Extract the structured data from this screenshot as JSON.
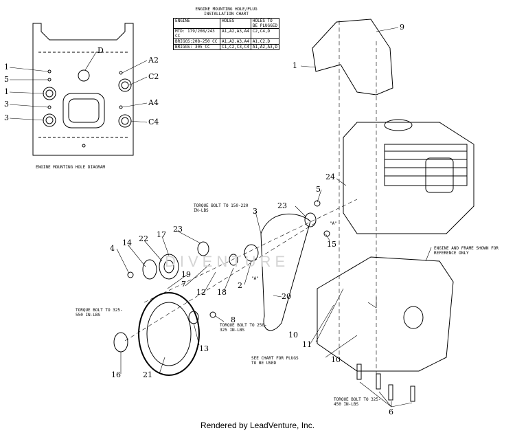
{
  "chart": {
    "title_line1": "ENGINE MOUNTING HOLE/PLUG",
    "title_line2": "INSTALLATION CHART",
    "headers": [
      "ENGINE",
      "HOLES",
      "HOLES TO BE PLUGGED"
    ],
    "rows": [
      [
        "MTD: 179/208/243 CC",
        "A1,A2,A3,A4",
        "C2,C4,D"
      ],
      [
        "BRIGGS:208-250 CC",
        "A1,A2,A3,A4",
        "A1,C2,D"
      ],
      [
        "BRIGGS: 305 CC",
        "C1,C2,C3,C4",
        "A1,A2,A3,D"
      ]
    ]
  },
  "hole_diagram": {
    "caption": "ENGINE MOUNTING HOLE DIAGRAM",
    "labels": [
      "1",
      "5",
      "1",
      "3",
      "3",
      "D",
      "A2",
      "C2",
      "A4",
      "C4"
    ]
  },
  "notes": {
    "torque_3": "TORQUE BOLT TO 150-220 IN-LBS",
    "torque_16": "TORQUE BOLT TO 325-550 IN-LBS",
    "torque_8": "TORQUE BOLT TO 250-325 IN-LBS",
    "torque_6": "TORQUE BOLT TO 325-450 IN-LBS",
    "engine_frame": "ENGINE AND FRAME SHOWN FOR REFERENCE ONLY",
    "see_chart": "SEE CHART FOR PLUGS TO BE USED",
    "a_marker_1": "\"A\"",
    "a_marker_2": "\"A\""
  },
  "callouts": [
    "1",
    "2",
    "3",
    "4",
    "5",
    "6",
    "7",
    "8",
    "9",
    "10",
    "10",
    "11",
    "12",
    "13",
    "14",
    "15",
    "16",
    "17",
    "18",
    "19",
    "20",
    "21",
    "22",
    "23",
    "23",
    "24"
  ],
  "footer": "Rendered by LeadVenture, Inc.",
  "watermark": "DIVENTURE"
}
